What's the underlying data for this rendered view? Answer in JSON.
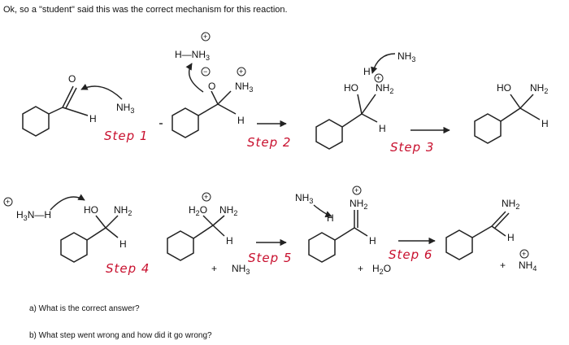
{
  "intro_text": "Ok, so a \"student\" said this was the correct mechanism for this reaction.",
  "questions": {
    "a": "a) What is the correct answer?",
    "b": "b) What step went wrong and how did it go wrong?"
  },
  "steps": [
    "Step 1",
    "Step 2",
    "Step 3",
    "Step 4",
    "Step 5",
    "Step 6"
  ],
  "labels": {
    "H": "H",
    "O": "O",
    "NH3": "NH",
    "HO": "HO",
    "NH2": "NH",
    "H2O": "H",
    "H3N": "H",
    "NH4": "NH",
    "three": "3",
    "two": "2",
    "four": "4",
    "plus": "+",
    "minus": "−",
    "oplus": "+"
  },
  "byproducts": {
    "step4_plus": "+",
    "step6_plus": "+"
  }
}
